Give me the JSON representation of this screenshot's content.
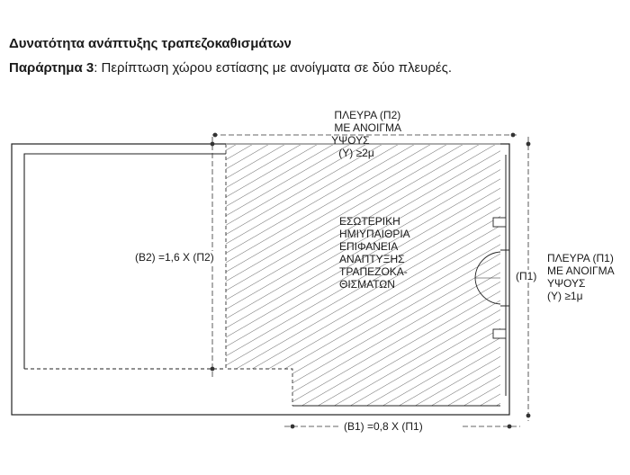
{
  "header": {
    "title": "Δυνατότητα ανάπτυξης τραπεζοκαθισμάτων",
    "subtitle_bold": "Παράρτημα 3",
    "subtitle_rest": ": Περίπτωση χώρου εστίασης με ανοίγματα σε δύο πλευρές."
  },
  "diagram": {
    "side_p2_label": [
      "ΠΛΕΥΡΑ (Π2)",
      "ΜΕ ΑΝΟΙΓΜΑ",
      "ΥΨΟΥΣ",
      "(Υ) ≥2μ"
    ],
    "side_p1_label": [
      "ΠΛΕΥΡΑ (Π1)",
      "ΜΕ ΑΝΟΙΓΜΑ",
      "ΥΨΟΥΣ",
      "(Υ) ≥1μ"
    ],
    "area_label": [
      "ΕΣΩΤΕΡΙΚΗ",
      "ΗΜΙΥΠΑΙΘΡΙΑ",
      "ΕΠΙΦΑΝΕΙΑ",
      "ΑΝΑΠΤΥΞΗΣ",
      "ΤΡΑΠΕΖΟΚΑ-",
      "ΘΙΣΜΑΤΩΝ"
    ],
    "dim_b2": "(Β2) =1,6 Χ (Π2)",
    "dim_p1": "(Π1)",
    "dim_b1": "(Β1) =0,8 Χ (Π1)"
  }
}
